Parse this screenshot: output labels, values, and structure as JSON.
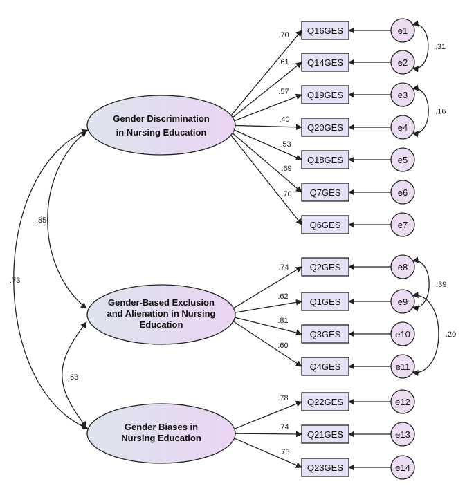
{
  "colors": {
    "box_fill": "#e4e2f4",
    "circle_fill": "#ecdcf2",
    "latent_left": "#dde4ee",
    "latent_right": "#ead4f2",
    "stroke": "#222222"
  },
  "latents": [
    {
      "id": "L1",
      "lines": [
        "Gender Discrimination",
        "in Nursing Education"
      ]
    },
    {
      "id": "L2",
      "lines": [
        "Gender-Based Exclusion",
        "and Alienation in Nursing",
        "Education"
      ]
    },
    {
      "id": "L3",
      "lines": [
        "Gender Biases in",
        "Nursing Education"
      ]
    }
  ],
  "indicators": [
    {
      "name": "Q16GES",
      "latent": "L1",
      "loading": ".70",
      "error": "e1"
    },
    {
      "name": "Q14GES",
      "latent": "L1",
      "loading": ".61",
      "error": "e2"
    },
    {
      "name": "Q19GES",
      "latent": "L1",
      "loading": ".57",
      "error": "e3"
    },
    {
      "name": "Q20GES",
      "latent": "L1",
      "loading": ".40",
      "error": "e4"
    },
    {
      "name": "Q18GES",
      "latent": "L1",
      "loading": ".53",
      "error": "e5"
    },
    {
      "name": "Q7GES",
      "latent": "L1",
      "loading": ".69",
      "error": "e6"
    },
    {
      "name": "Q6GES",
      "latent": "L1",
      "loading": ".70",
      "error": "e7"
    },
    {
      "name": "Q2GES",
      "latent": "L2",
      "loading": ".74",
      "error": "e8"
    },
    {
      "name": "Q1GES",
      "latent": "L2",
      "loading": ".62",
      "error": "e9"
    },
    {
      "name": "Q3GES",
      "latent": "L2",
      "loading": ".81",
      "error": "e10"
    },
    {
      "name": "Q4GES",
      "latent": "L2",
      "loading": ".60",
      "error": "e11"
    },
    {
      "name": "Q22GES",
      "latent": "L3",
      "loading": ".78",
      "error": "e12"
    },
    {
      "name": "Q21GES",
      "latent": "L3",
      "loading": ".74",
      "error": "e13"
    },
    {
      "name": "Q23GES",
      "latent": "L3",
      "loading": ".75",
      "error": "e14"
    }
  ],
  "error_covariances": [
    {
      "from": "e1",
      "to": "e2",
      "value": ".31"
    },
    {
      "from": "e3",
      "to": "e4",
      "value": ".16"
    },
    {
      "from": "e8",
      "to": "e9",
      "value": ".39"
    },
    {
      "from": "e9",
      "to": "e11",
      "value": ".20"
    }
  ],
  "latent_covariances": [
    {
      "from": "L1",
      "to": "L2",
      "value": ".85"
    },
    {
      "from": "L2",
      "to": "L3",
      "value": ".63"
    },
    {
      "from": "L1",
      "to": "L3",
      "value": ".73"
    }
  ]
}
